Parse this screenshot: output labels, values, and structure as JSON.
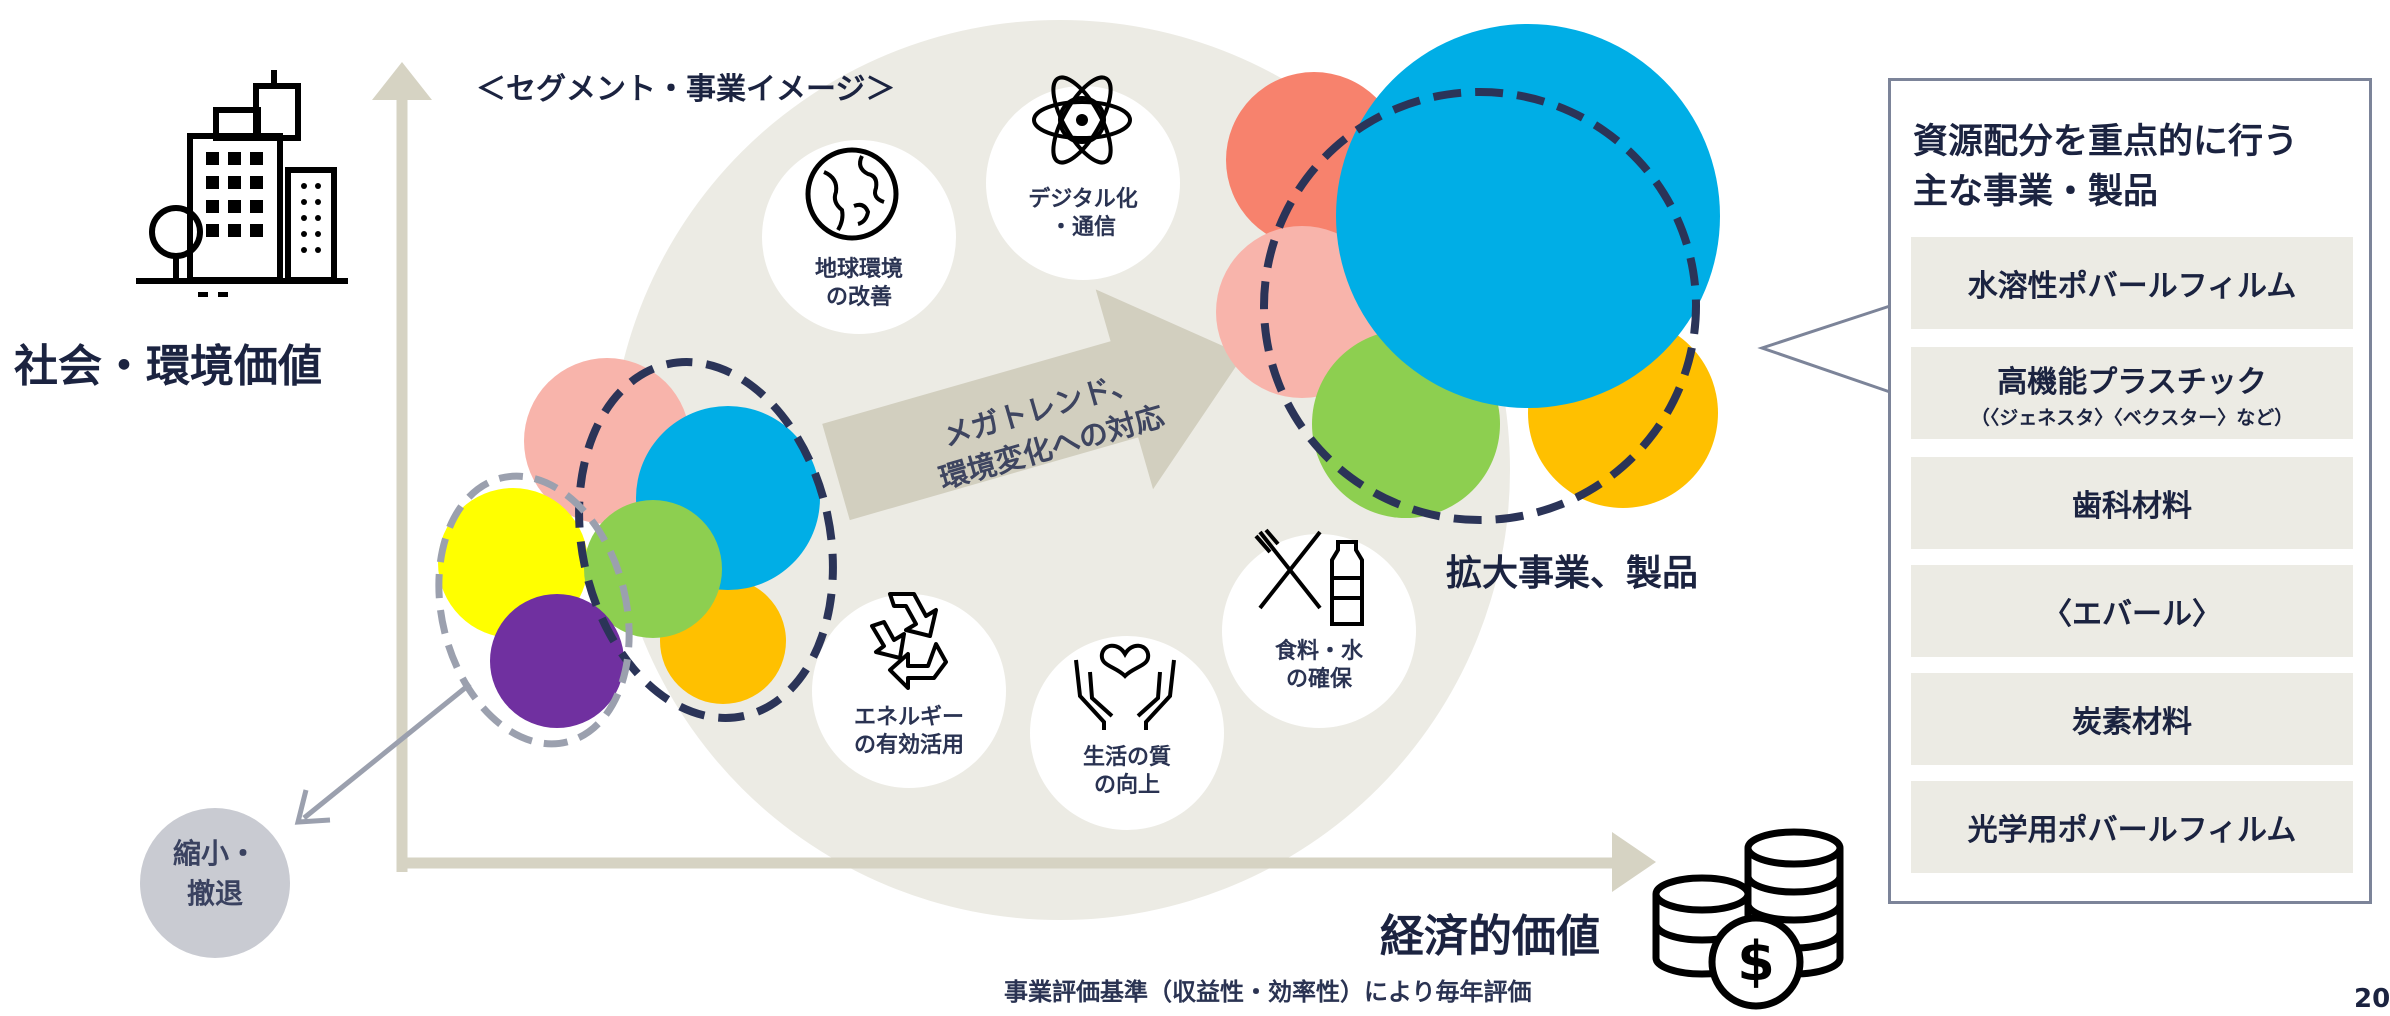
{
  "labels": {
    "social_value": "社会・環境価値",
    "segment_image": "＜セグメント・事業イメージ＞",
    "megatrend": "メガトレンド、\n環境変化への対応",
    "expand": "拡大事業、製品",
    "economic_value": "経済的価値",
    "evaluation": "事業評価基準（収益性・効率性）により毎年評価",
    "shrink": "縮小・\n撤退",
    "page_number": "20"
  },
  "themes": [
    {
      "label": "地球環境\nの改善",
      "icon": "globe-icon"
    },
    {
      "label": "デジタル化\n・通信",
      "icon": "atom-icon"
    },
    {
      "label": "エネルギー\nの有効活用",
      "icon": "recycle-icon"
    },
    {
      "label": "生活の質\nの向上",
      "icon": "hands-heart-icon"
    },
    {
      "label": "食料・水\nの確保",
      "icon": "food-water-icon"
    }
  ],
  "panel": {
    "title": "資源配分を重点的に行う\n主な事業・製品",
    "items": [
      {
        "name": "水溶性ポバールフィルム",
        "sub": ""
      },
      {
        "name": "高機能プラスチック",
        "sub": "（〈ジェネスタ〉〈ベクスター〉など）"
      },
      {
        "name": "歯科材料",
        "sub": ""
      },
      {
        "name": "〈エバール〉",
        "sub": ""
      },
      {
        "name": "炭素材料",
        "sub": ""
      },
      {
        "name": "光学用ポバールフィルム",
        "sub": ""
      }
    ]
  },
  "icons": {
    "city": "buildings-icon",
    "coins": "coins-dollar-icon"
  },
  "colors": {
    "navy": "#1b2340",
    "axis": "#d6d3c3",
    "background_circle": "#ecebe4",
    "blue": "#00aee6",
    "pink": "#f8b4ab",
    "salmon": "#f7826d",
    "green": "#8dcf50",
    "orange": "#ffc000",
    "yellow": "#ffff00",
    "purple": "#7030a0",
    "dashed_navy": "#2b3458",
    "dashed_gray": "#9ba0ae",
    "shrink_circle": "#c9cbd2",
    "arrow": "#d2cfbf"
  }
}
